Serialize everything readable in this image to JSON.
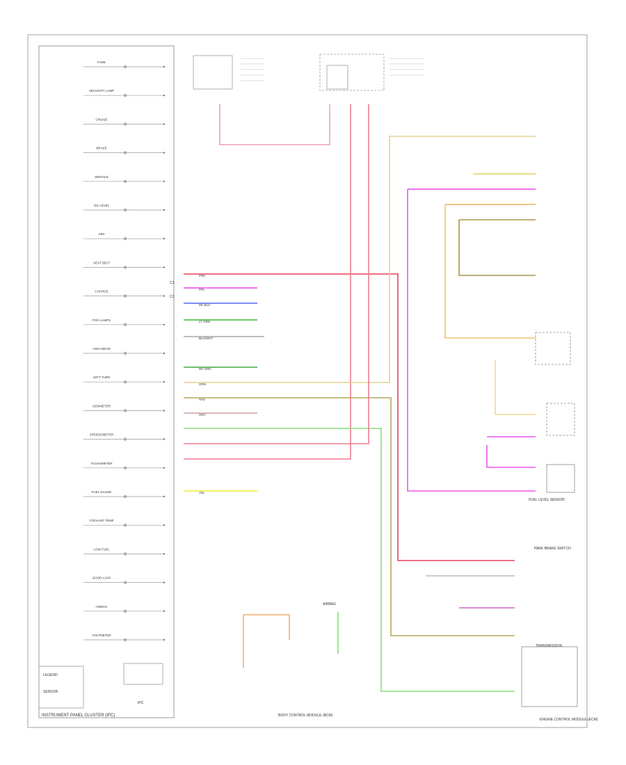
{
  "colors": {
    "frame": "#999999",
    "text": "#333333",
    "pink": "#f08aa0",
    "red": "#e8405a",
    "magenta": "#ee44ee",
    "blue": "#5566ee",
    "green": "#33bb33",
    "lightgreen": "#88dd77",
    "tan": "#d9b870",
    "olive": "#a8954a",
    "orange": "#f0b060",
    "yellow": "#eeee33",
    "lightyellow": "#f0d890"
  },
  "labels": {
    "cluster_title": "INSTRUMENT PANEL CLUSTER (IPC)",
    "cluster_sub": "IPC",
    "ground_left": "LEGEND",
    "ground_right": "SENSOR",
    "bottom_tag": "AIRBAG",
    "bottom_module": "BODY CONTROL MODULE (BCM)",
    "bottom_right": "ENGINE CONTROL MODULE (ECM)",
    "fuel_level": "FUEL LEVEL SENSOR",
    "trans": "TRANSMISSION",
    "park_brake": "PARK BRAKE SWITCH"
  },
  "indicators": [
    "FUSE",
    "SECURITY LAMP",
    "CRUISE",
    "BRAKE",
    "SERVICE",
    "OIL LEVEL",
    "ABS",
    "SEAT BELT",
    "CHARGE",
    "FOG LAMPS",
    "HIGH BEAM",
    "LEFT TURN",
    "ODOMETER",
    "SPEEDOMETER",
    "TACHOMETER",
    "FUEL GAUGE",
    "COOLANT TEMP",
    "LOW FUEL",
    "DOOR AJAR",
    "AIRBAG",
    "VOLTMETER"
  ],
  "connectors": [
    "C1",
    "C2"
  ],
  "wire_tags": [
    "PNK",
    "PPL",
    "DK BLU",
    "LT GRN",
    "BLK/WHT",
    "DK GRN",
    "ORN",
    "TAN",
    "YEL",
    "GRY"
  ]
}
